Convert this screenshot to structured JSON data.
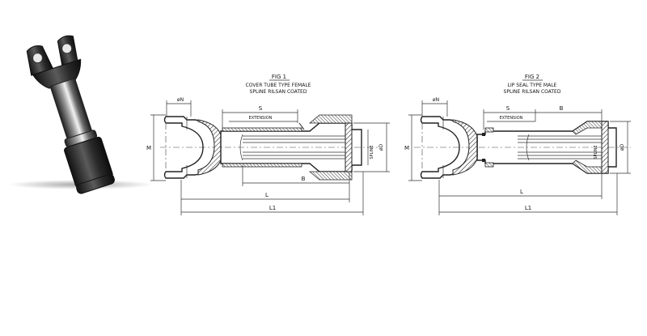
{
  "fig1": {
    "title": "FIG 1",
    "subtitle_line1": "COVER TUBE TYPE FEMALE",
    "subtitle_line2": "SPLINE RILSAN COATED",
    "labels": {
      "n": "øN",
      "s": "S",
      "extension": "EXTENSION",
      "m": "M",
      "spline": "SPLINE",
      "d": "øD",
      "b": "B",
      "l": "L",
      "l1": "L1"
    }
  },
  "fig2": {
    "title": "FIG 2",
    "subtitle_line1": "LIP SEAL TYPE MALE",
    "subtitle_line2": "SPLINE RILSAN COATED",
    "labels": {
      "n": "øN",
      "s": "S",
      "b": "B",
      "extension": "EXTENSION",
      "m": "M",
      "spline": "SPLINE",
      "d": "øD",
      "l": "L",
      "l1": "L1"
    }
  },
  "colors": {
    "line": "#222222",
    "background": "#ffffff",
    "metal_dark": "#2b2b2b",
    "metal_light": "#d8d8d8"
  }
}
